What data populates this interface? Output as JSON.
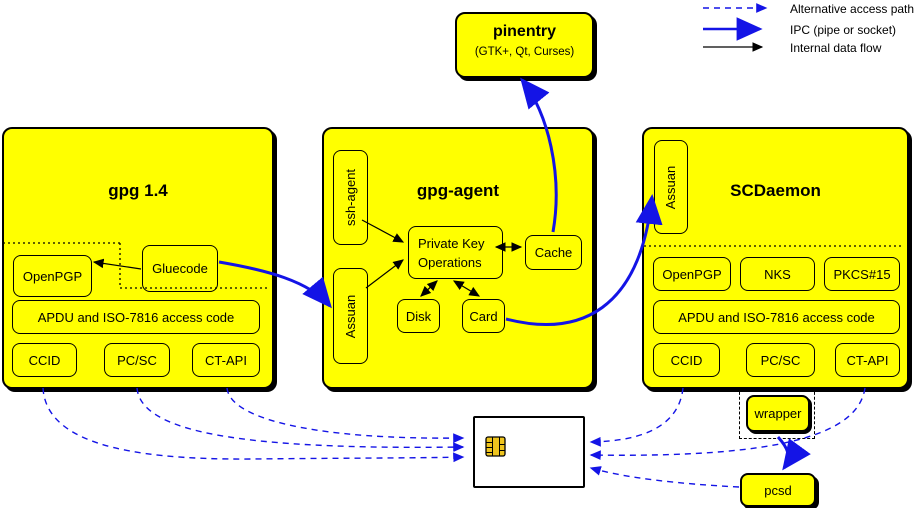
{
  "colors": {
    "box_fill": "#ffff00",
    "line_black": "#000000",
    "ipc_blue": "#1414e6",
    "chip_gold": "#eec41e",
    "background": "#ffffff"
  },
  "legend": {
    "alternative": "Alternative access paths",
    "ipc": "IPC (pipe or socket)",
    "internal": "Internal data flow"
  },
  "pinentry": {
    "title": "pinentry",
    "subtitle": "(GTK+, Qt, Curses)"
  },
  "gpg14": {
    "title": "gpg 1.4",
    "gluecode": "Gluecode",
    "openpgp": "OpenPGP",
    "apdu": "APDU and ISO-7816 access code",
    "ccid": "CCID",
    "pcsc": "PC/SC",
    "ctapi": "CT-API"
  },
  "gpg_agent": {
    "title": "gpg-agent",
    "ssh_agent": "ssh-agent",
    "assuan": "Assuan",
    "private_key_line1": "Private Key",
    "private_key_line2": "Operations",
    "cache": "Cache",
    "disk": "Disk",
    "card": "Card"
  },
  "scdaemon": {
    "title": "SCDaemon",
    "assuan": "Assuan",
    "openpgp": "OpenPGP",
    "nks": "NKS",
    "pkcs15": "PKCS#15",
    "apdu": "APDU and ISO-7816 access code",
    "ccid": "CCID",
    "pcsc": "PC/SC",
    "ctapi": "CT-API",
    "wrapper": "wrapper"
  },
  "pcsd": {
    "label": "pcsd"
  },
  "smartcard": {
    "icon": "smartcard-chip-icon"
  }
}
